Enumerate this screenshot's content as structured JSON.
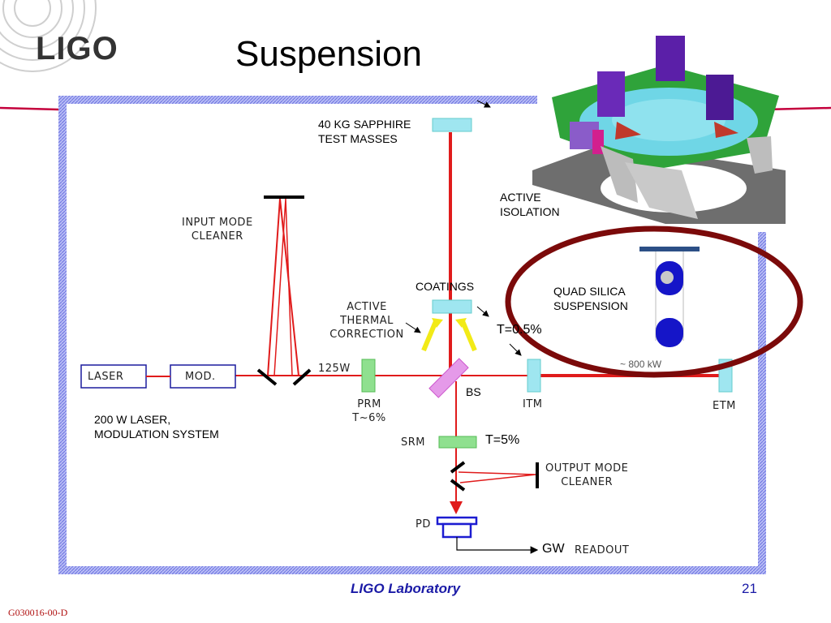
{
  "slide": {
    "title": "Suspension",
    "logo_text": "LIGO",
    "footer": "LIGO Laboratory",
    "page_number": "21",
    "doc_id": "G030016-00-D"
  },
  "diagram": {
    "test_masses": [
      "40 KG SAPPHIRE",
      "TEST MASSES"
    ],
    "input_mode_cleaner": [
      "INPUT  MODE",
      "CLEANER"
    ],
    "active_thermal": [
      "ACTIVE",
      "THERMAL",
      "CORRECTION"
    ],
    "coatings": "COATINGS",
    "laser": "LASER",
    "mod": "MOD.",
    "power": "125W",
    "prm": [
      "PRM",
      "T~6%"
    ],
    "bs": "BS",
    "itm": "ITM",
    "etm": "ETM",
    "t_itm": "T=0.5%",
    "laser_system": [
      "200 W LASER,",
      "MODULATION SYSTEM"
    ],
    "srm": "SRM",
    "t_srm": "T=5%",
    "output_mode_cleaner": [
      "OUTPUT  MODE",
      "CLEANER"
    ],
    "pd": "PD",
    "gw": "GW",
    "readout": "READOUT",
    "active_isolation": [
      "ACTIVE",
      "ISOLATION"
    ],
    "quad_suspension": [
      "QUAD SILICA",
      "SUSPENSION"
    ],
    "arm_power": "~ 800 kW"
  },
  "colors": {
    "frame": "#8f95ef",
    "beam": "#e01b1b",
    "mirror_cyan": "#9fe6f0",
    "mirror_green": "#8fe08f",
    "bs_magenta": "#e59ae9",
    "ellipse": "#7b0a0a",
    "swoosh": "#c4003c",
    "footer": "#1a1aa6",
    "pd_blue": "#1c1cd1"
  }
}
